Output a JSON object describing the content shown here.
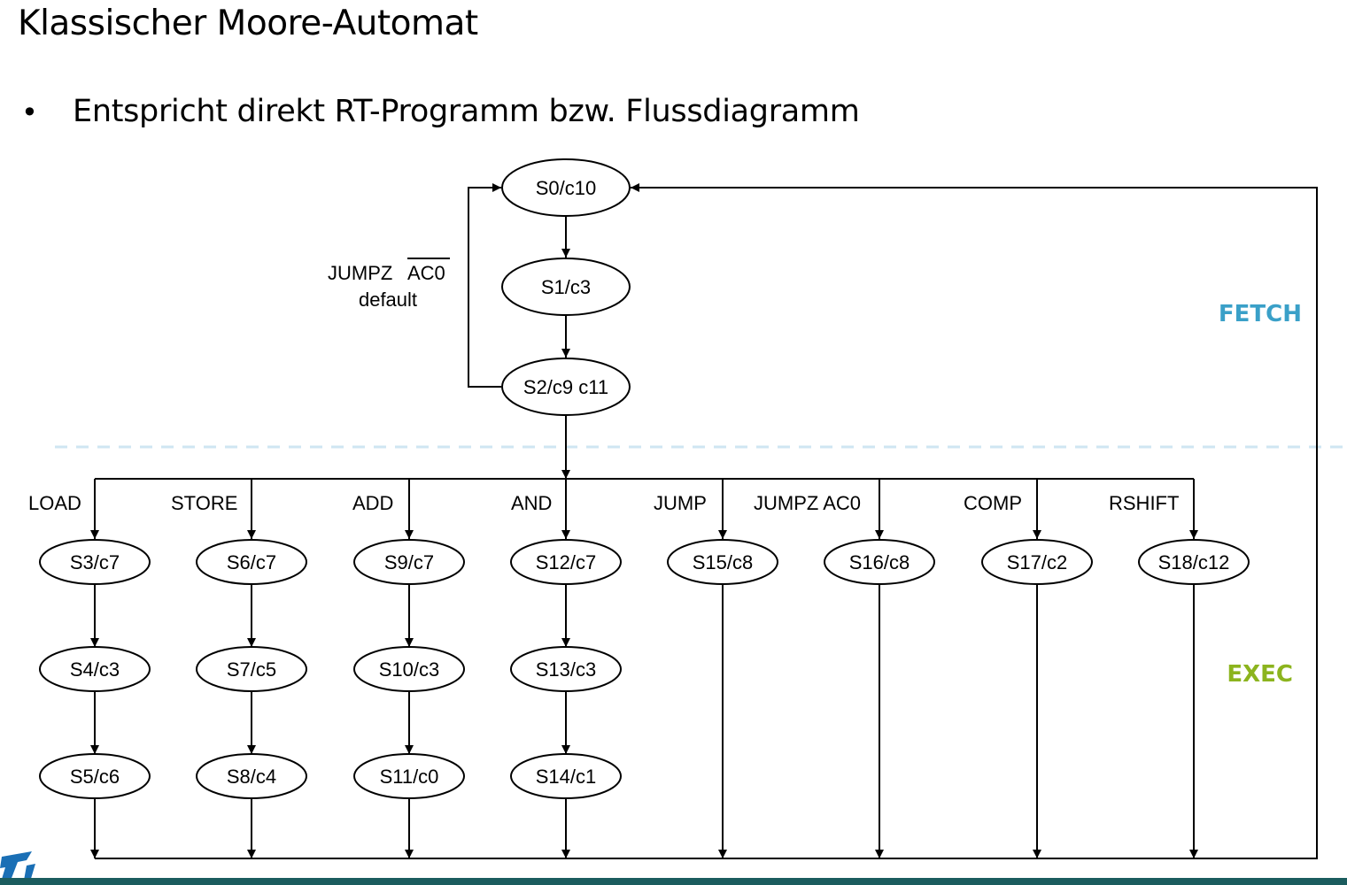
{
  "slide": {
    "title": "Klassischer Moore-Automat",
    "bullet_marker": "•",
    "bullet_text": "Entspricht direkt RT-Programm bzw. Flussdiagramm"
  },
  "sections": {
    "fetch": {
      "label": "FETCH",
      "color": "#3aa0c8"
    },
    "exec": {
      "label": "EXEC",
      "color": "#8cb41e"
    }
  },
  "divider_color": "#cfe6f2",
  "footer_color": "#1b5c5e",
  "logo_color": "#1a6fb5",
  "loop_label": {
    "line1_text": "JUMPZ",
    "line1_overbar": "AC0",
    "line2": "default"
  },
  "states": {
    "s0": "S0/c10",
    "s1": "S1/c3",
    "s2": "S2/c9 c11",
    "s3": "S3/c7",
    "s4": "S4/c3",
    "s5": "S5/c6",
    "s6": "S6/c7",
    "s7": "S7/c5",
    "s8": "S8/c4",
    "s9": "S9/c7",
    "s10": "S10/c3",
    "s11": "S11/c0",
    "s12": "S12/c7",
    "s13": "S13/c3",
    "s14": "S14/c1",
    "s15": "S15/c8",
    "s16": "S16/c8",
    "s17": "S17/c2",
    "s18": "S18/c12"
  },
  "branches": {
    "load": "LOAD",
    "store": "STORE",
    "add": "ADD",
    "and": "AND",
    "jump": "JUMP",
    "jumpz": "JUMPZ AC0",
    "comp": "COMP",
    "rshift": "RSHIFT"
  }
}
